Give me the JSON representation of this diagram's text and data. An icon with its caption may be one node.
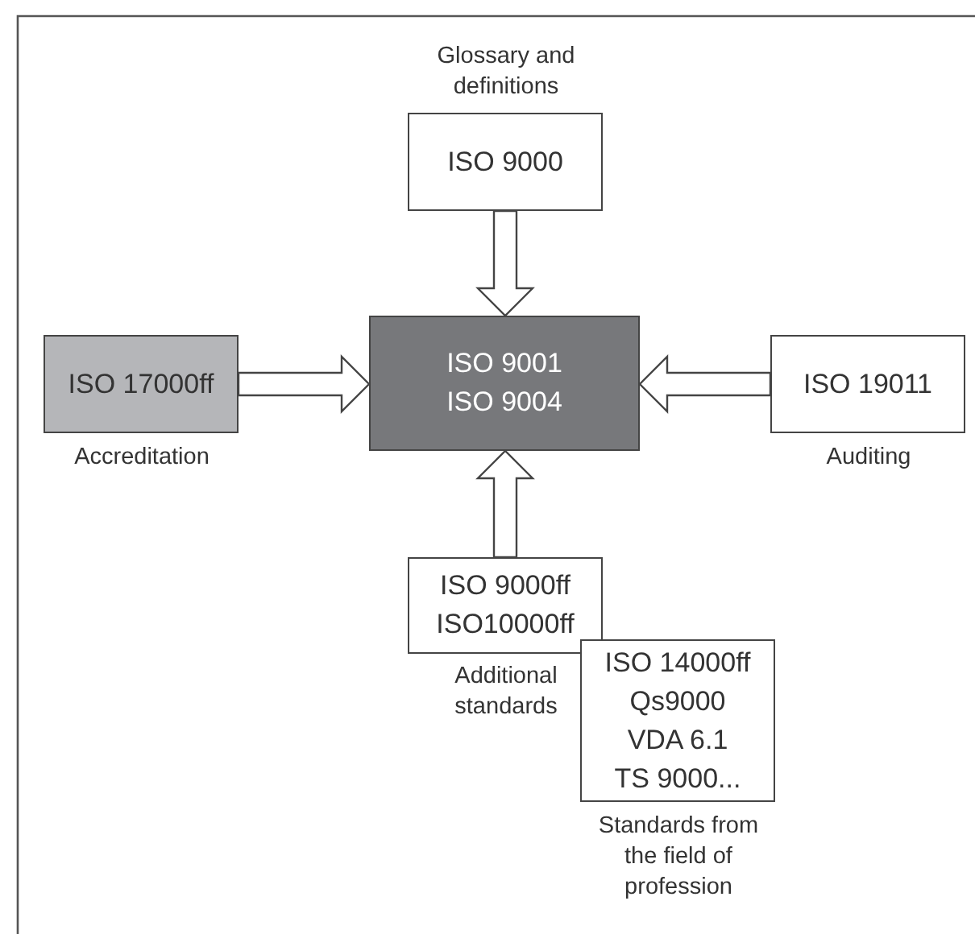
{
  "diagram": {
    "nodes": [
      {
        "text": [
          "ISO 9000"
        ],
        "beside": [
          "Glossary and definitions"
        ]
      },
      {
        "text": [
          "ISO 9001",
          "ISO 9004"
        ]
      },
      {
        "text": [
          "ISO 17000ff"
        ],
        "beside": [
          "Accreditation"
        ]
      },
      {
        "text": [
          "ISO 19011"
        ],
        "beside": [
          "Auditing"
        ]
      },
      {
        "text": [
          "ISO 9000ff",
          "ISO10000ff"
        ],
        "beside": [
          "Additional standards"
        ]
      },
      {
        "text": [
          "ISO 14000ff",
          "Qs9000",
          "VDA 6.1",
          "TS 9000..."
        ],
        "beside": [
          "Standards from the field of profession"
        ]
      }
    ],
    "edges": [
      {
        "from": 0,
        "to": 1,
        "arrow": "to"
      },
      {
        "from": 2,
        "to": 1,
        "arrow": "to"
      },
      {
        "from": 3,
        "to": 1,
        "arrow": "to"
      },
      {
        "from": 4,
        "to": 1,
        "arrow": "to"
      }
    ]
  }
}
